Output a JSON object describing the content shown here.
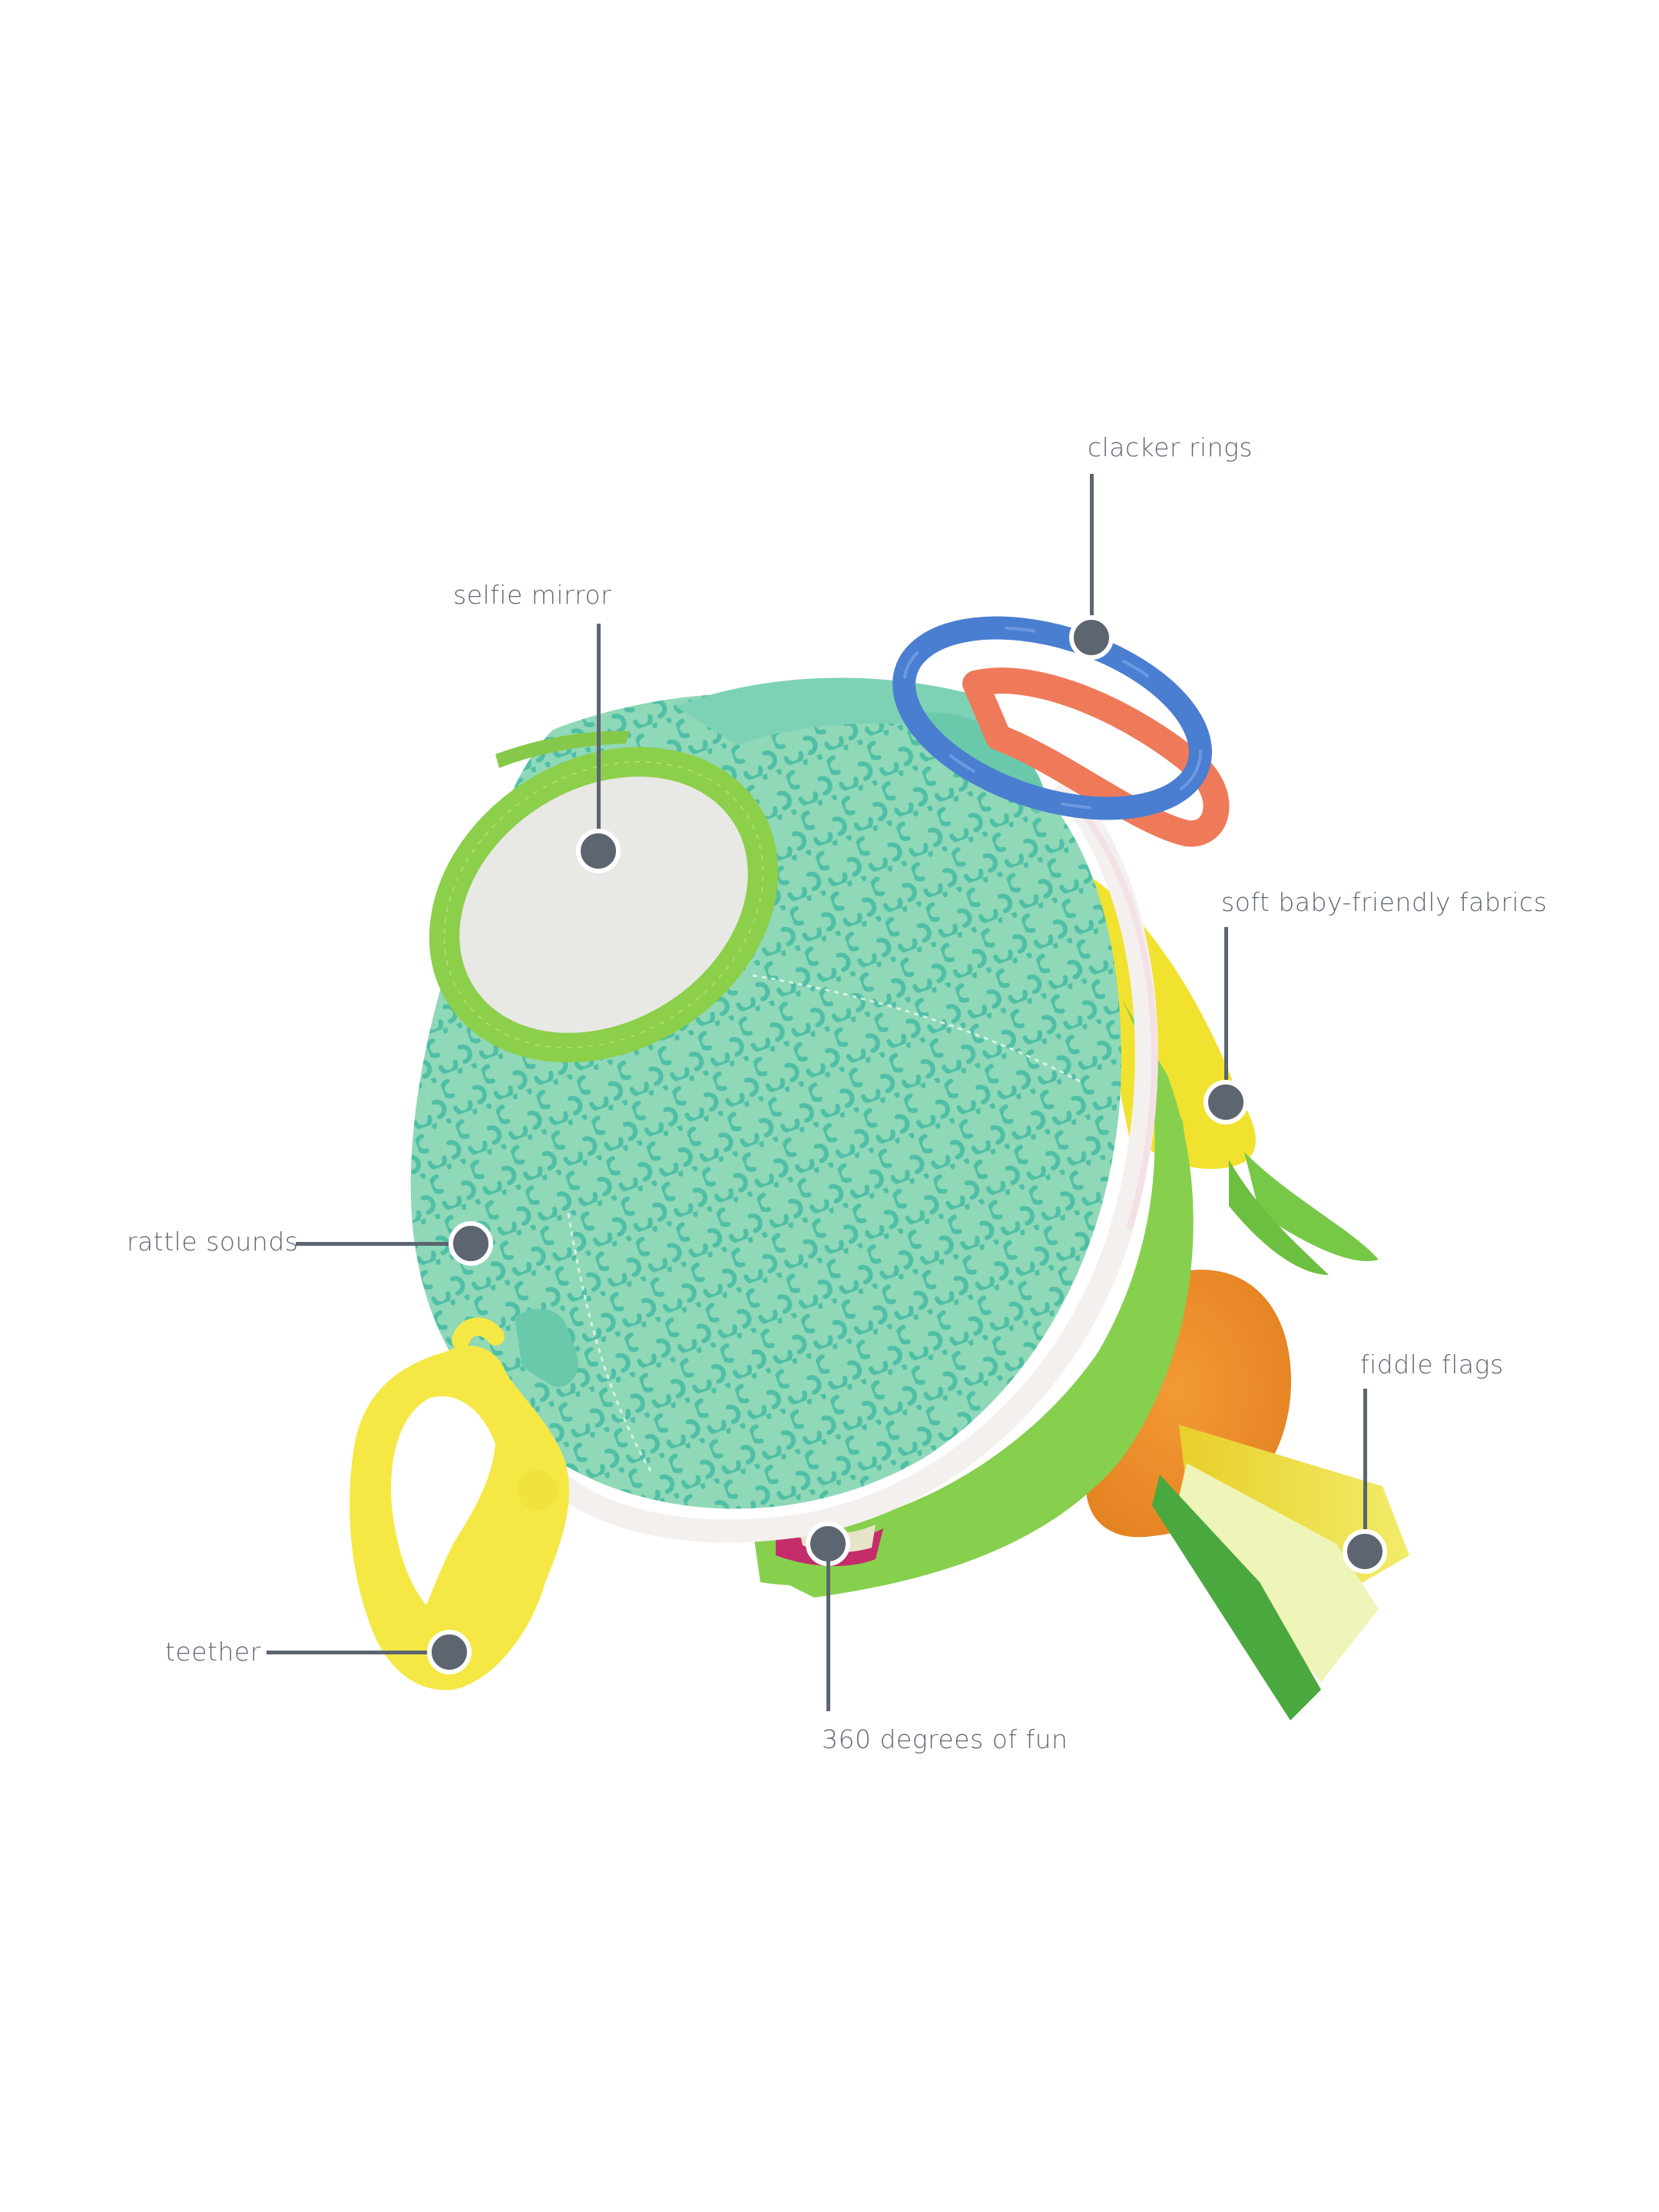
{
  "callouts": [
    {
      "id": "clacker-rings",
      "label": "clacker rings"
    },
    {
      "id": "selfie-mirror",
      "label": "selfie mirror"
    },
    {
      "id": "soft-fabrics",
      "label": "soft baby-friendly fabrics"
    },
    {
      "id": "rattle-sounds",
      "label": "rattle sounds"
    },
    {
      "id": "fiddle-flags",
      "label": "fiddle flags"
    },
    {
      "id": "teether",
      "label": "teether"
    },
    {
      "id": "360-fun",
      "label": "360 degrees of fun"
    }
  ],
  "colors": {
    "callout": "#5c6570",
    "label_text": "#5f6872",
    "ball_teal": "#8fd8b8",
    "pattern_teal": "#4fbfa5",
    "mirror_ring_green": "#8ccf4a",
    "mirror": "#e8e8e4",
    "blue_ring": "#4a7ed0",
    "orange_ring": "#ee7a5a",
    "teether_yellow": "#f5e845",
    "plush_orange": "#f0922a",
    "plush_green": "#86d04e"
  }
}
